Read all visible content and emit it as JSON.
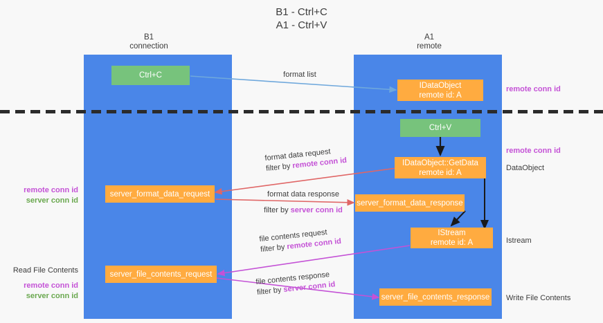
{
  "title": "B1 - Ctrl+C\nA1 - Ctrl+V",
  "columns": {
    "left": {
      "name": "B1",
      "role": "connection",
      "header": "B1\nconnection"
    },
    "right": {
      "name": "A1",
      "role": "remote",
      "header": "A1\nremote"
    }
  },
  "colors": {
    "lane": "#4a86e8",
    "green_box": "#77c37c",
    "orange_box": "#ffab40",
    "remote_conn_id": "#c452d6",
    "server_conn_id_green": "#6aa84f",
    "arrow_format_list": "#6fa8dc",
    "arrow_black": "#1a1a1a",
    "arrow_red": "#e06666",
    "arrow_magenta": "#c452d6",
    "divider": "#2b2b2b",
    "background": "#f8f8f8",
    "text": "#3c3c3c"
  },
  "boxes": {
    "ctrl_c": "Ctrl+C",
    "ctrl_v": "Ctrl+V",
    "idataobject": "IDataObject\nremote id: A",
    "idataobject_getdata": "IDataObject::GetData\nremote id: A",
    "istream": "IStream\nremote id: A",
    "server_format_data_request": "server_format_data_request",
    "server_format_data_response": "server_format_data_response",
    "server_file_contents_request": "server_file_contents_request",
    "server_file_contents_response": "server_file_contents_response"
  },
  "flow_labels": {
    "format_list": "format list",
    "format_data_request": "format data request",
    "format_data_request_filter_prefix": "filter by ",
    "format_data_request_filter_key": "remote conn id",
    "format_data_response": "format data response",
    "format_data_response_filter_prefix": "filter by ",
    "format_data_response_filter_key": "server conn id",
    "file_contents_request": "file contents request",
    "file_contents_request_filter_prefix": "filter by ",
    "file_contents_request_filter_key": "remote conn id",
    "file_contents_response": "file contents response",
    "file_contents_response_filter_prefix": "filter by ",
    "file_contents_response_filter_key": "server conn id"
  },
  "right_labels": {
    "remote_conn_id_top": "remote conn id",
    "remote_conn_id_mid": "remote conn id",
    "dataobject": "DataObject",
    "istream": "Istream",
    "write_file_contents": "Write File Contents"
  },
  "left_labels": {
    "remote_conn_id": "remote conn id",
    "server_conn_id": "server conn id",
    "read_file_contents": "Read File Contents",
    "read_remote_conn_id": "remote conn id",
    "read_server_conn_id": "server conn id"
  }
}
